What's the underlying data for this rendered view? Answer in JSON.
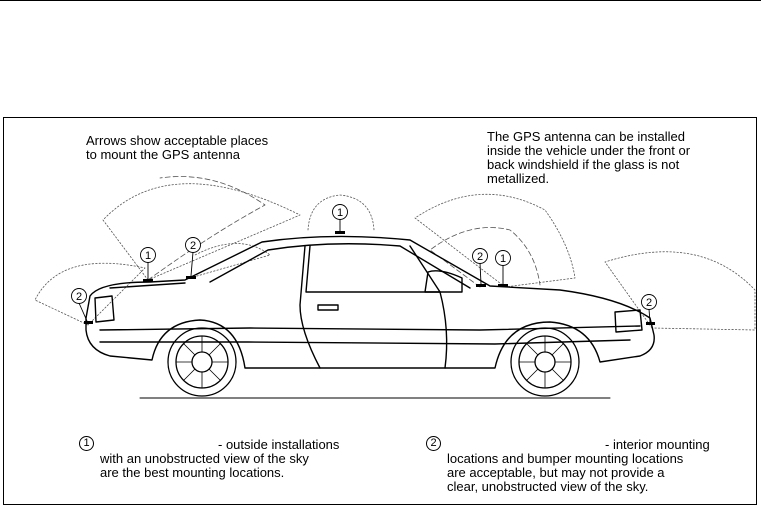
{
  "notes": {
    "arrows_line1": "Arrows show acceptable places",
    "arrows_line2": "to mount the GPS antenna",
    "interior_line1": "The GPS antenna can be installed",
    "interior_line2": "inside the vehicle under the front or",
    "interior_line3": "back windshield if the glass is not",
    "interior_line4": "metallized."
  },
  "markers": {
    "outside": "1",
    "interior": "2"
  },
  "legend": {
    "item1": {
      "number": "1",
      "line1": "- outside installations",
      "line2": "with an unobstructed view of the sky",
      "line3": "are the best mounting locations."
    },
    "item2": {
      "number": "2",
      "line1": "- interior mounting",
      "line2": "locations and bumper mounting locations",
      "line3": "are acceptable, but may not provide a",
      "line4": "clear, unobstructed view of the sky."
    }
  }
}
